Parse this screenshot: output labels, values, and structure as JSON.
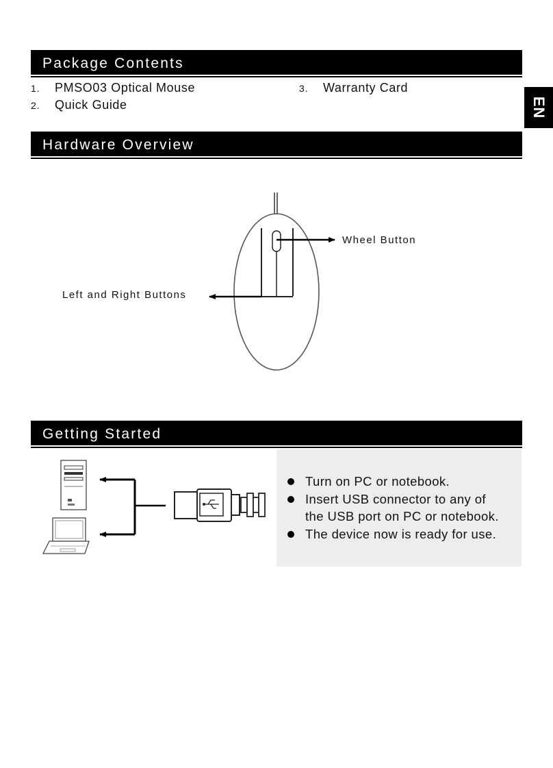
{
  "sections": {
    "package_contents": "Package Contents",
    "hardware_overview": "Hardware Overview",
    "getting_started": "Getting Started"
  },
  "language_tab": "EN",
  "package_items": [
    {
      "num": "1.",
      "label": "PMSO03 Optical Mouse"
    },
    {
      "num": "2.",
      "label": "Quick Guide"
    },
    {
      "num": "3.",
      "label": "Warranty Card"
    }
  ],
  "hardware": {
    "wheel_button": "Wheel Button",
    "left_right_buttons": "Left and Right Buttons"
  },
  "instructions": [
    {
      "line1": "Turn on PC or notebook.",
      "line2": ""
    },
    {
      "line1": "Insert USB connector to any of",
      "line2": "the USB port on PC or notebook."
    },
    {
      "line1": "The device now is ready for use.",
      "line2": ""
    }
  ]
}
